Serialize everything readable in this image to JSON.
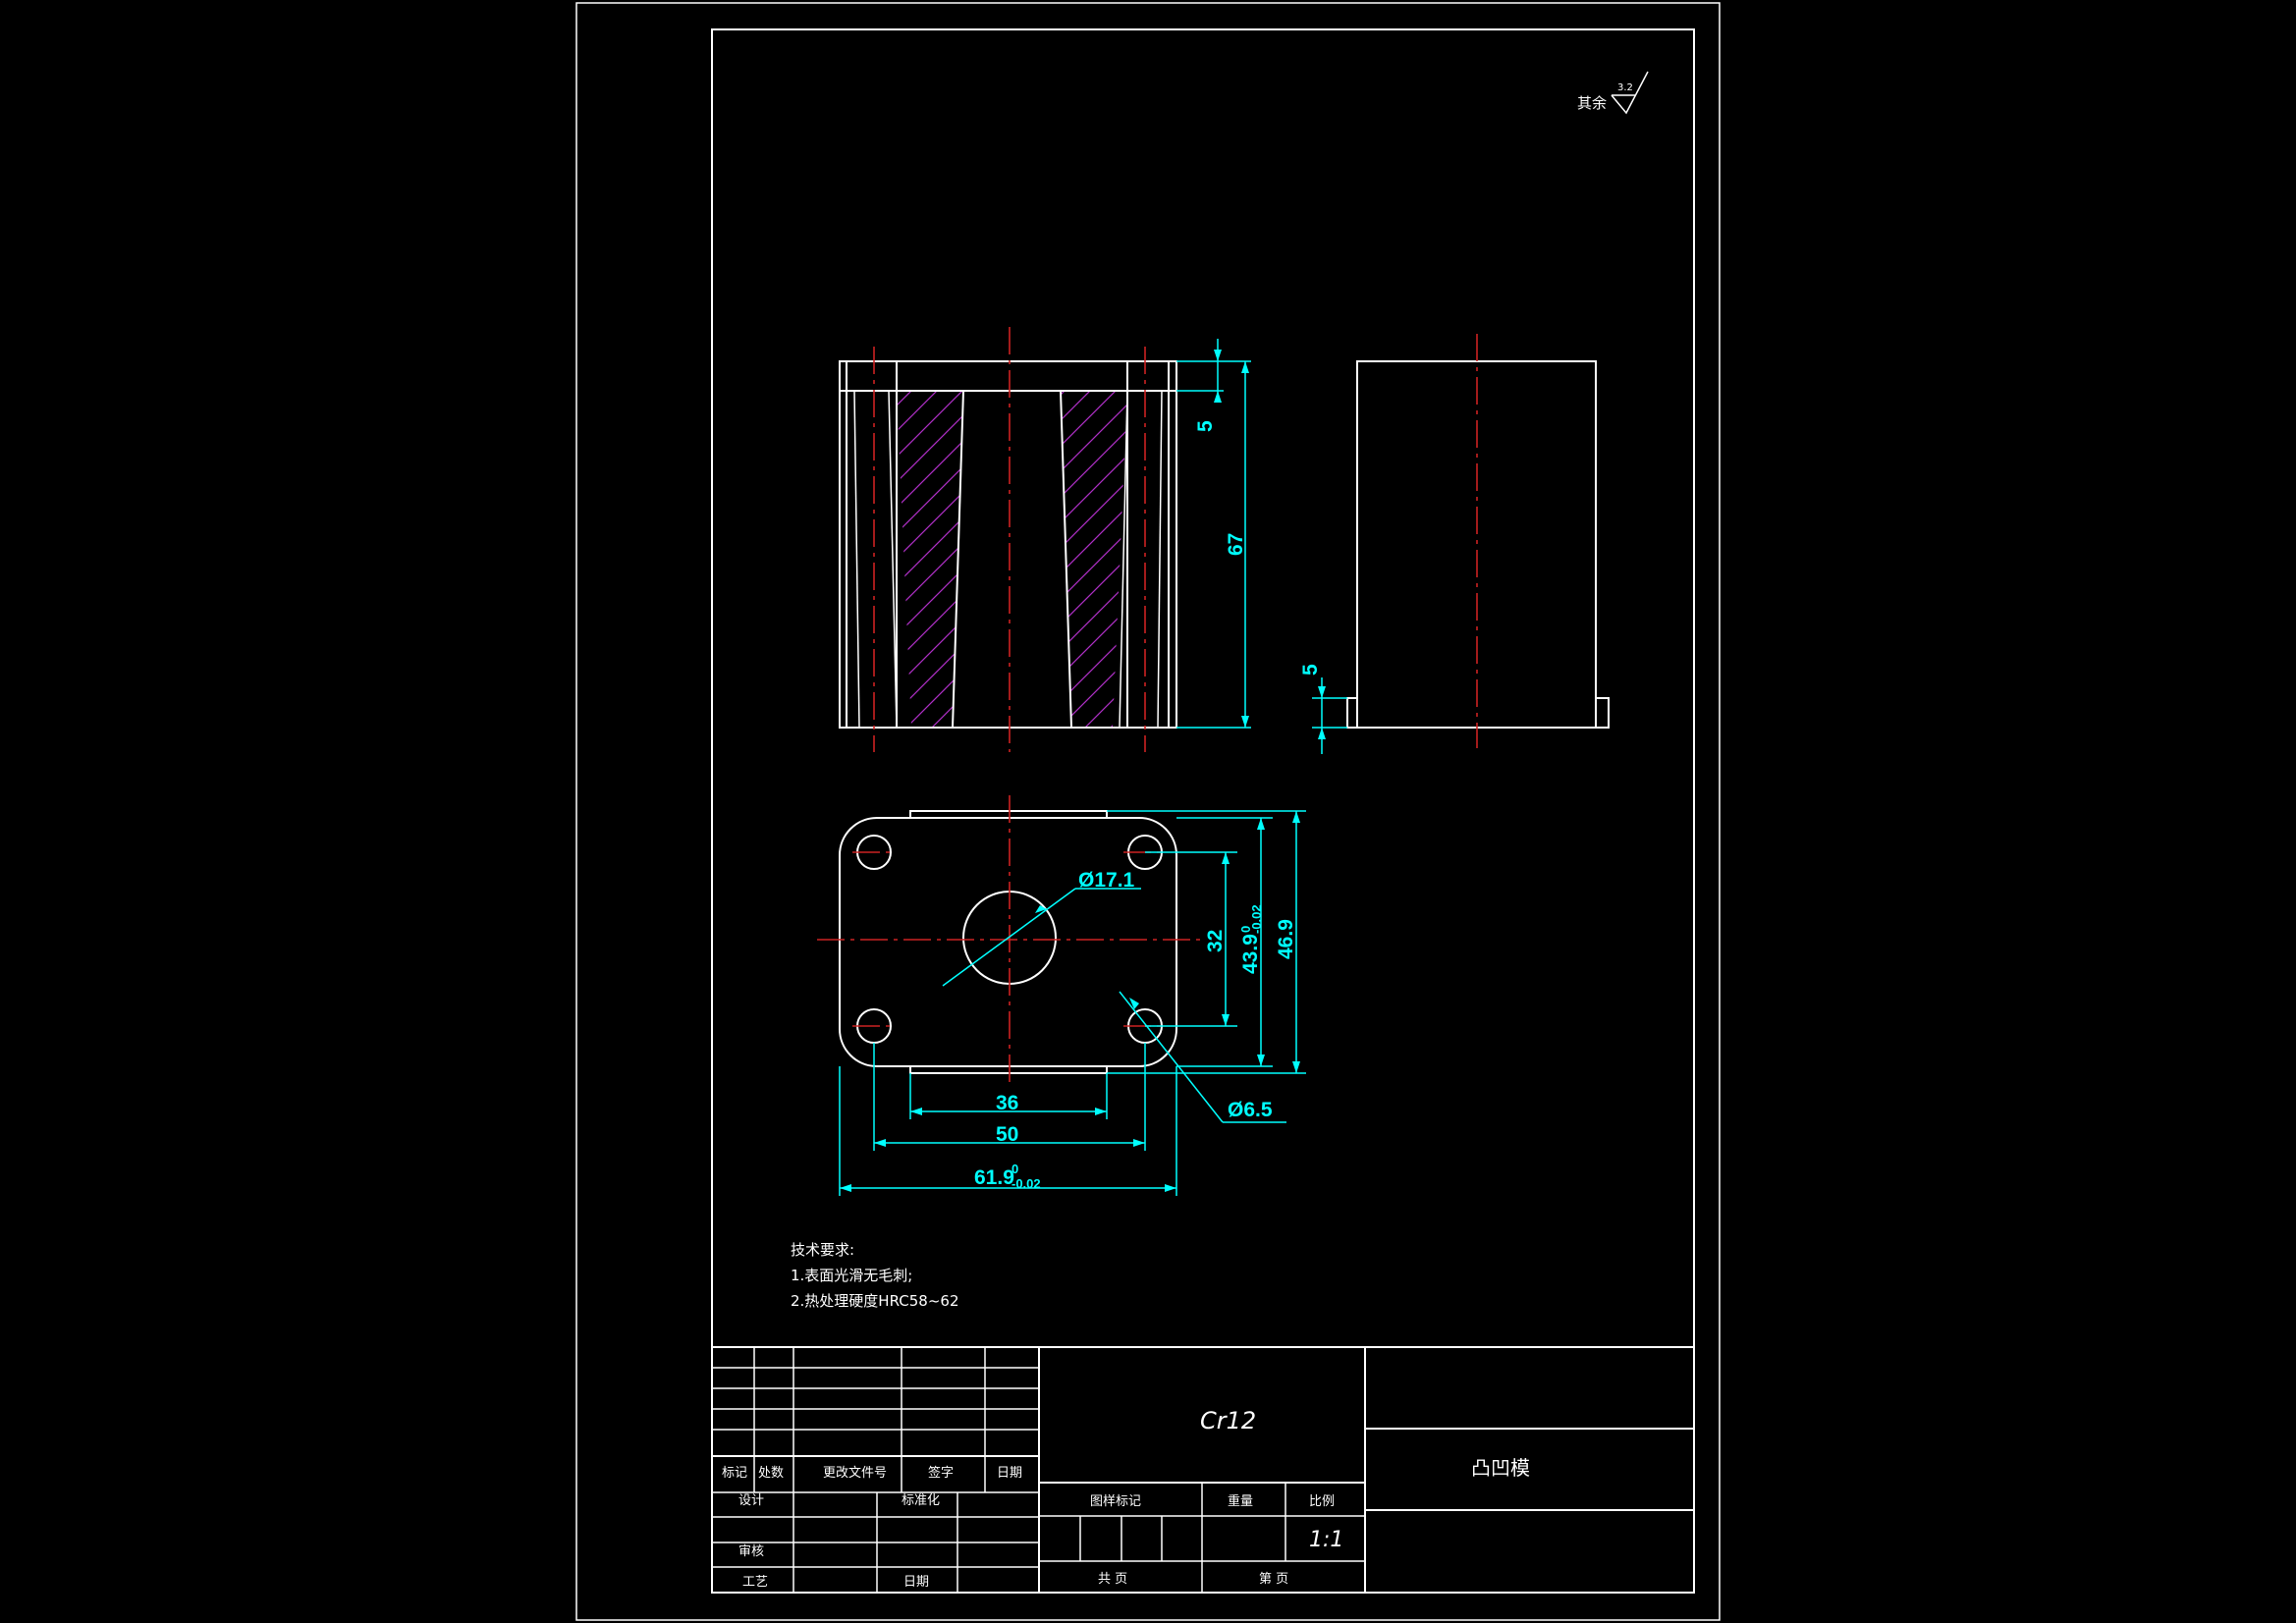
{
  "roughness": {
    "label": "其余",
    "value": "3.2"
  },
  "dimensions": {
    "top_step": "5",
    "height": "67",
    "side_step": "5",
    "bore_dia": "Ø17.1",
    "hole_spacing_y": "32",
    "width_tol_y_base": "43.9",
    "width_tol_y_upper": "0",
    "width_tol_y_lower": "-0.02",
    "overall_y": "46.9",
    "hole_dia": "Ø6.5",
    "slot_width": "36",
    "hole_spacing_x": "50",
    "width_x_base": "61.9",
    "width_x_upper": "0",
    "width_x_lower": "-0.02"
  },
  "notes": {
    "title": "技术要求:",
    "items": [
      "1.表面光滑无毛刺;",
      "2.热处理硬度HRC58~62"
    ]
  },
  "title_block": {
    "material": "Cr12",
    "part_name": "凸凹模",
    "scale": "1:1",
    "headers": {
      "mark": "标记",
      "count": "处数",
      "change_doc": "更改文件号",
      "signature": "签字",
      "date": "日期",
      "design": "设计",
      "standardize": "标准化",
      "stage_mark": "图样标记",
      "weight": "重量",
      "scale_label": "比例",
      "review": "审核",
      "process": "工艺",
      "date2": "日期",
      "total_sheets": "共 页",
      "sheet_no": "第 页"
    }
  }
}
